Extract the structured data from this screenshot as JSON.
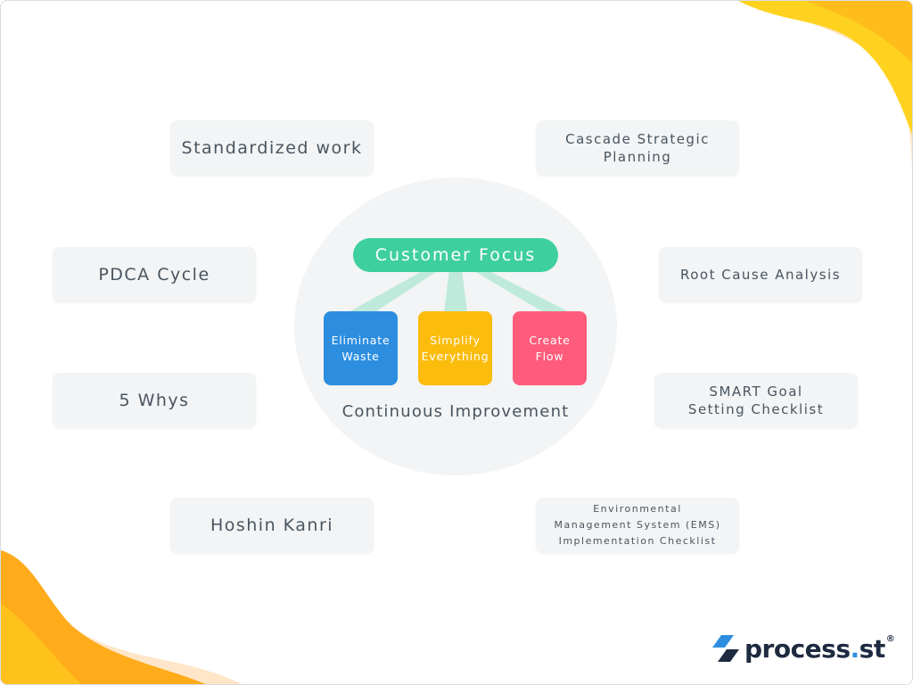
{
  "colors": {
    "card_bg": "#f2f4f5",
    "text": "#4a5560",
    "focus": "#3ecf9f",
    "connector": "#bfeadb",
    "eliminate": "#2d8ee0",
    "simplify": "#fbbc0c",
    "create": "#ff5c7c",
    "blob_orange": "#ffab1a",
    "blob_yellow": "#ffd21f",
    "blob_peach": "#ffe6c8",
    "logo_blue": "#2d8ee0"
  },
  "center": {
    "focus": "Customer Focus",
    "tiles": [
      {
        "line1": "Eliminate",
        "line2": "Waste"
      },
      {
        "line1": "Simplify",
        "line2": "Everything"
      },
      {
        "line1": "Create",
        "line2": "Flow"
      }
    ],
    "label": "Continuous Improvement"
  },
  "items": {
    "standardized_work": "Standardized work",
    "cascade_l1": "Cascade Strategic",
    "cascade_l2": "Planning",
    "pdca": "PDCA Cycle",
    "root_cause": "Root Cause Analysis",
    "five_whys": "5 Whys",
    "smart_l1": "SMART Goal",
    "smart_l2": "Setting Checklist",
    "hoshin": "Hoshin Kanri",
    "ems_l1": "Environmental",
    "ems_l2": "Management System (EMS)",
    "ems_l3": "Implementation Checklist"
  },
  "logo": {
    "icon": "process-st-logo-icon",
    "name": "process",
    "dot": ".",
    "suffix": "st",
    "reg": "®"
  }
}
